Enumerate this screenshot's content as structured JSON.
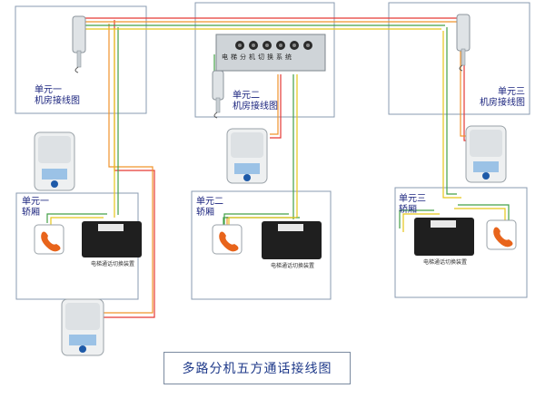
{
  "title": "多路分机五方通话接线图",
  "panel_label": "电梯分机切换系统",
  "units": [
    {
      "machine_room_label": [
        "单元一",
        "机房接线图"
      ],
      "car_label": [
        "单元一",
        "轿厢"
      ]
    },
    {
      "machine_room_label": [
        "单元二",
        "机房接线图"
      ],
      "car_label": [
        "单元二",
        "轿厢"
      ]
    },
    {
      "machine_room_label": [
        "单元三",
        "机房接线图"
      ],
      "car_label": [
        "单元三",
        "轿厢"
      ]
    }
  ],
  "device_caption": "电梯通话切换装置",
  "colors": {
    "wire_red": "#e53935",
    "wire_orange": "#f0932b",
    "wire_green": "#43a047",
    "wire_yellow": "#e6c619",
    "box_border": "#8a9bb0",
    "label_text": "#1a237e"
  }
}
